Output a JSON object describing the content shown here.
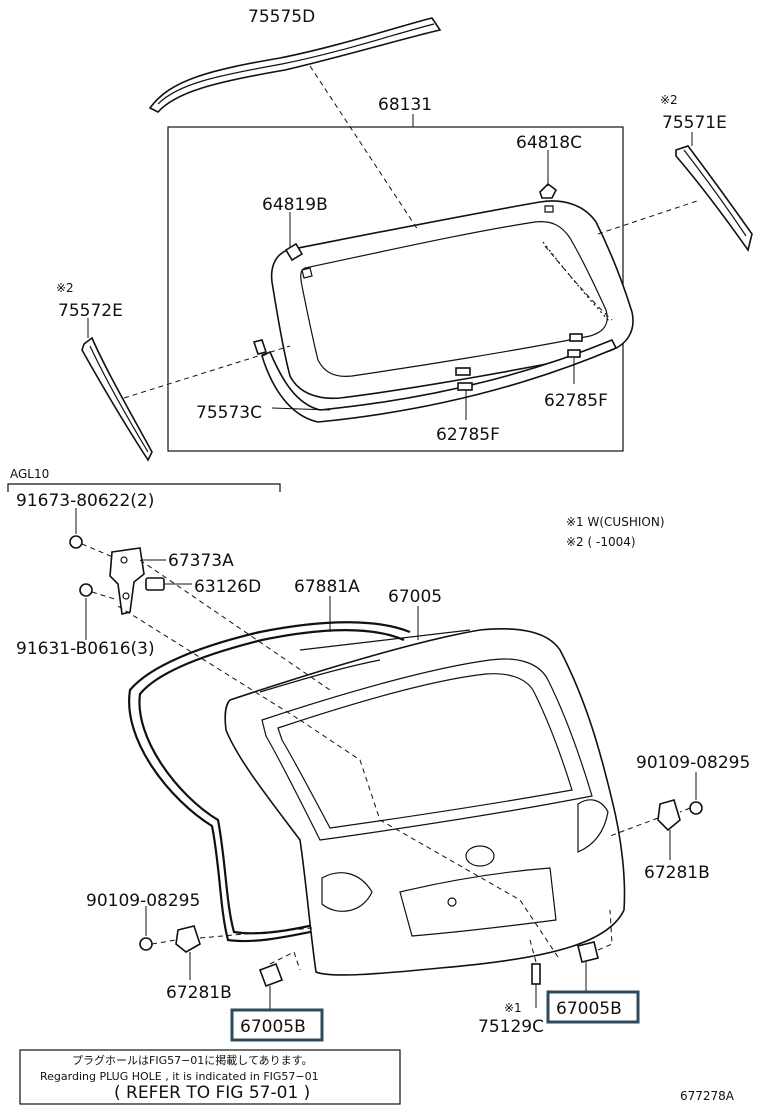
{
  "labels": {
    "p75575D": "75575D",
    "p68131": "68131",
    "p64818C": "64818C",
    "p64819B": "64819B",
    "p75571E": "75571E",
    "p75572E": "75572E",
    "p75573C": "75573C",
    "p62785F_a": "62785F",
    "p62785F_b": "62785F",
    "note2_a": "※2",
    "note2_b": "※2",
    "agl10": "AGL10",
    "p91673": "91673-80622(2)",
    "p67373A": "67373A",
    "p63126D": "63126D",
    "p91631": "91631-B0616(3)",
    "p67881A": "67881A",
    "p67005": "67005",
    "p90109_r": "90109-08295",
    "p67281B_r": "67281B",
    "p90109_l": "90109-08295",
    "p67281B_l": "67281B",
    "p67005B_l": "67005B",
    "p67005B_r": "67005B",
    "p75129C": "75129C",
    "note1_mark": "※1",
    "footnote1": "※1 W(CUSHION)",
    "footnote2": "※2 (      -1004)",
    "diagram_id": "677278A"
  },
  "notice": {
    "line1": "プラグホールはFIG57−01に掲載してあります。",
    "line2": "Regarding PLUG HOLE , it is indicated in FIG57−01",
    "line3": "( REFER TO FIG 57-01 )"
  },
  "colors": {
    "line": "#111111",
    "highlight_box": "#2e4a5e"
  }
}
